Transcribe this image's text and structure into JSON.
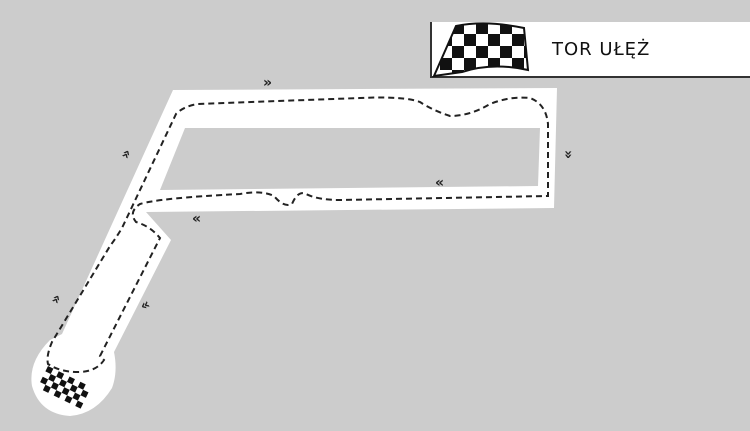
{
  "track": {
    "name": "TOR UŁĘŻ"
  },
  "colors": {
    "background": "#cccccc",
    "track_surface": "#ffffff",
    "racing_line": "#222222",
    "flag_dark": "#111111",
    "flag_light": "#ffffff"
  },
  "icons": {
    "flag": "checkered-flag-icon",
    "start": "checkered-start-icon",
    "direction": "double-chevron-icon"
  },
  "direction_markers": [
    {
      "glyph": "»",
      "meaning": "right"
    },
    {
      "glyph": "»",
      "meaning": "down"
    },
    {
      "glyph": "«",
      "meaning": "left"
    },
    {
      "glyph": "«",
      "meaning": "left"
    },
    {
      "glyph": "«",
      "meaning": "down-left"
    },
    {
      "glyph": "»",
      "meaning": "up-right"
    },
    {
      "glyph": "»",
      "meaning": "up-right"
    }
  ]
}
